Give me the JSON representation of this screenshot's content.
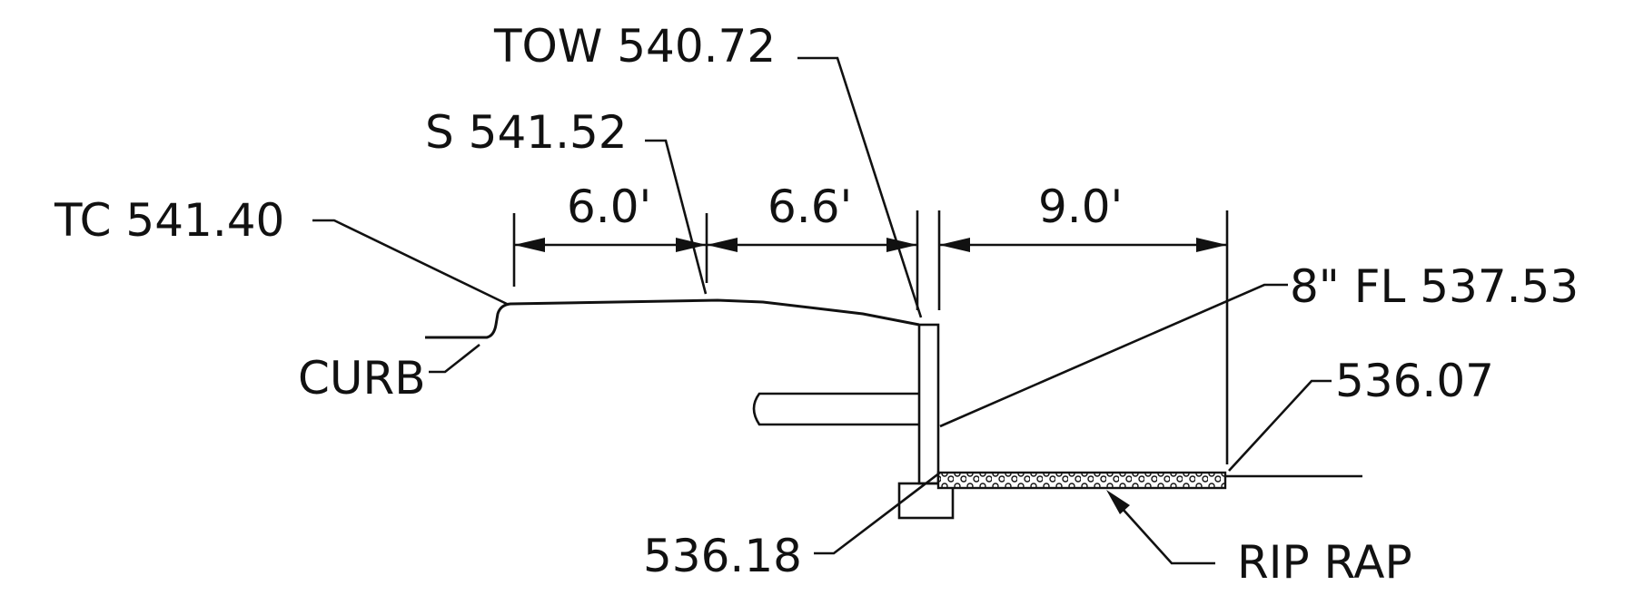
{
  "labels": {
    "tow": "TOW 540.72",
    "sidewalk": "S 541.52",
    "top_curb": "TC 541.40",
    "curb": "CURB",
    "flow_line": "8\" FL 537.53",
    "rip_rap_elev": "536.07",
    "footing_elev": "536.18",
    "rip_rap": "RIP RAP"
  },
  "dimensions": {
    "d1": "6.0'",
    "d2": "6.6'",
    "d3": "9.0'"
  },
  "colors": {
    "ink": "#111111",
    "background": "#ffffff"
  }
}
